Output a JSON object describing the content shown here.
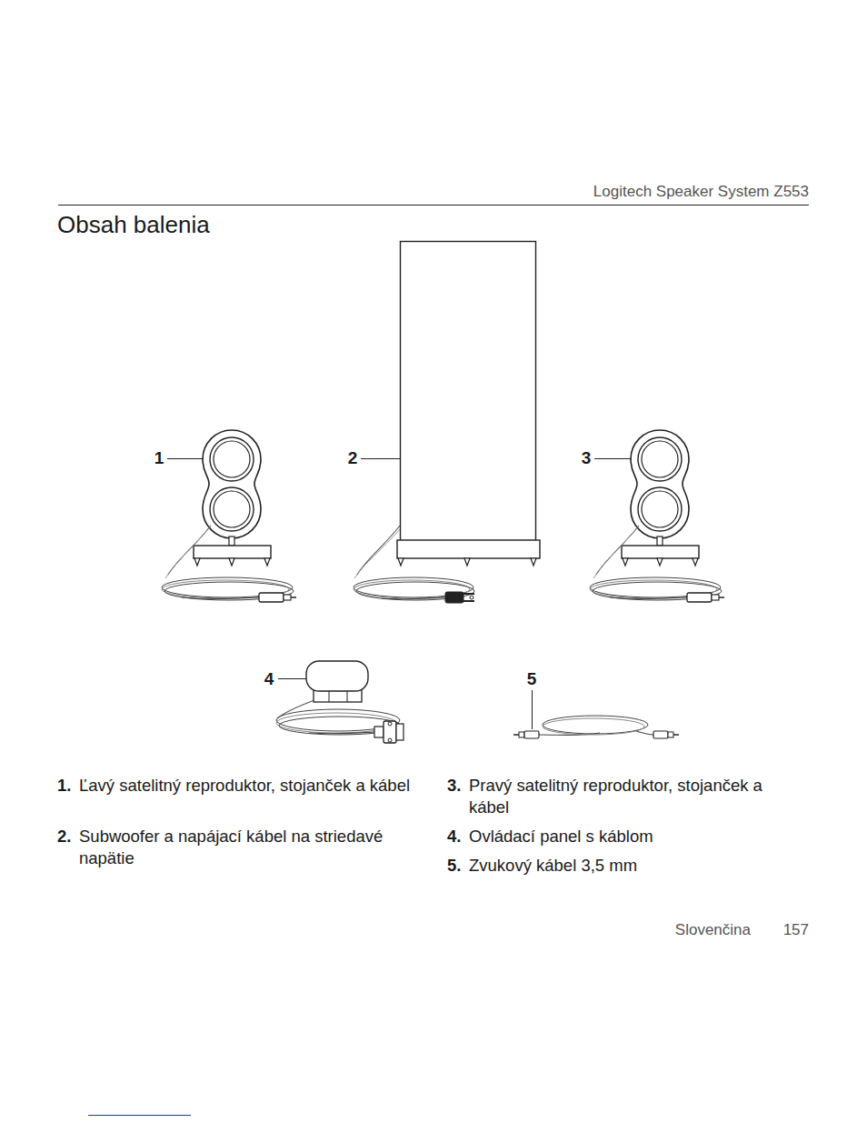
{
  "diagram": {
    "title": "Obsah balenia",
    "labels": [
      "Logitech Speaker System Z553",
      "1",
      "2",
      "3",
      "4",
      "5",
      "1.",
      "Ľavý satelitný reproduktor, stojanček a kábel",
      "2.",
      "Subwoofer a napájací kábel na striedavé napätie",
      "3.",
      "Pravý satelitný reproduktor, stojanček a kábel",
      "4.",
      "Ovládací panel s káblom",
      "5.",
      "Zvukový kábel 3,5 mm",
      "Slovenčina",
      "157"
    ]
  }
}
